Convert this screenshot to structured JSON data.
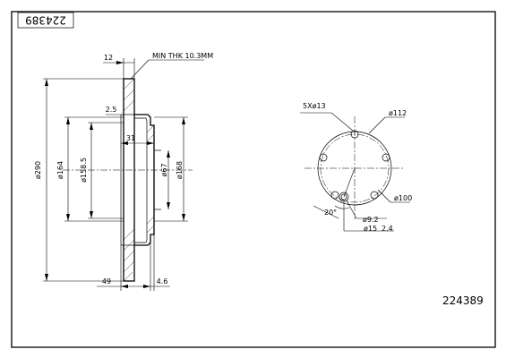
{
  "drawing": {
    "part_number_box": "224389",
    "part_number": "224389",
    "side_view": {
      "thickness_top": "12",
      "min_thickness": "MIN THK 10.3MM",
      "flange_thickness": "2.5",
      "hat_depth": "31",
      "outer_diameter": "ø290",
      "friction_diameter": "ø164",
      "hat_diameter": "ø158.5",
      "center_bore": "ø67",
      "hub_diameter": "ø168",
      "total_height": "49",
      "hub_offset": "4.6"
    },
    "front_view": {
      "bolt_holes": "5Xø13",
      "pcd": "ø112",
      "inner_circle": "ø100",
      "angle": "20°",
      "pin_hole": "ø9.2",
      "counterbore": "ø15",
      "depth": "2.4"
    }
  }
}
